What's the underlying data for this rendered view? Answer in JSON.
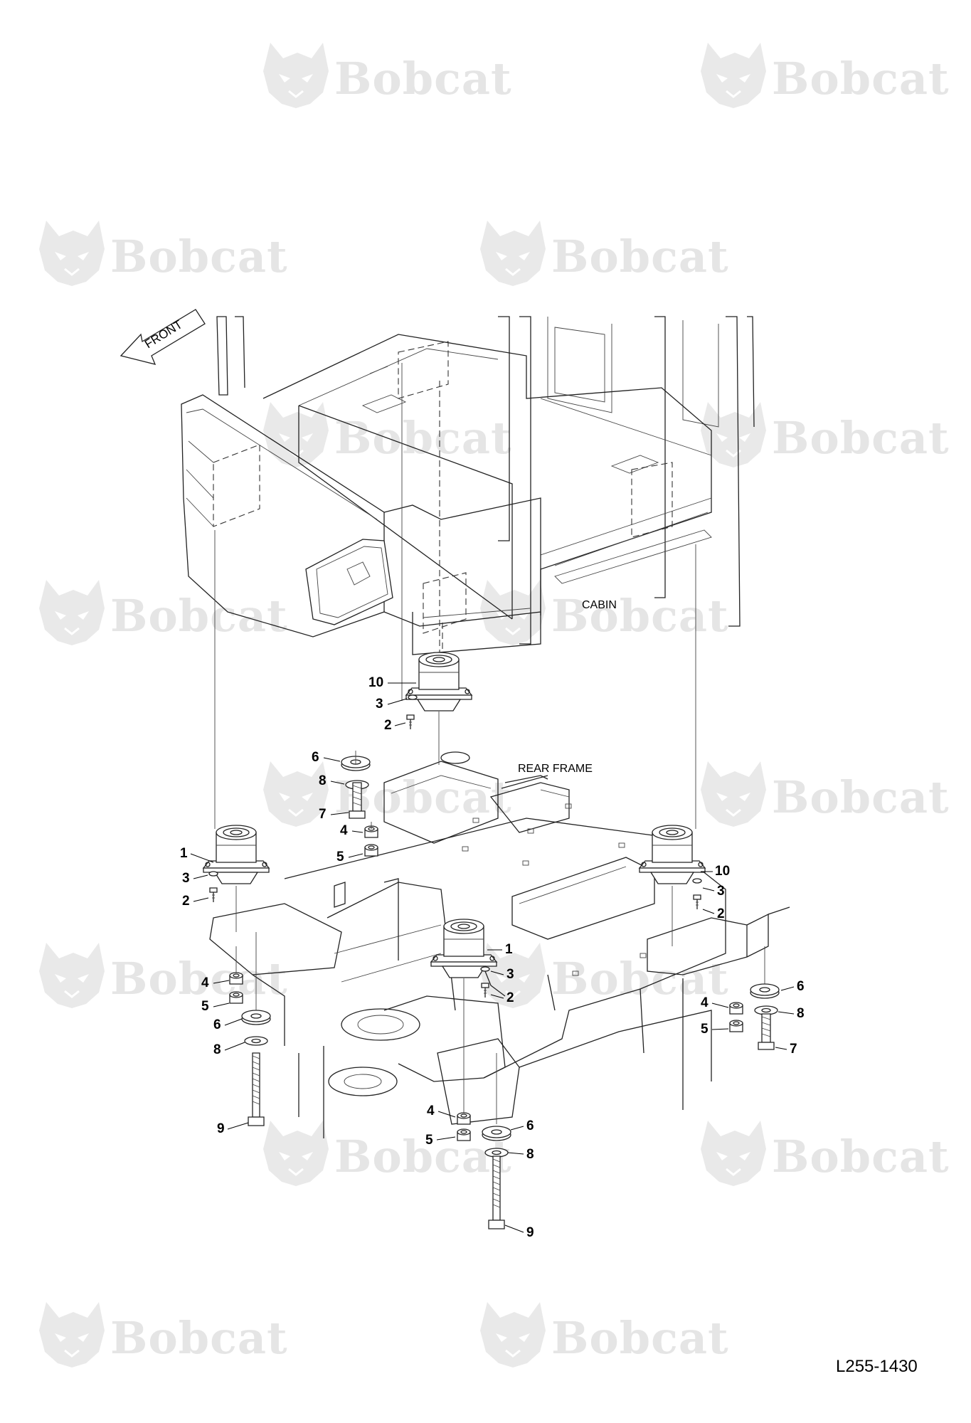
{
  "watermark": {
    "brand": "Bobcat",
    "registered_mark": "®"
  },
  "diagram": {
    "orientation_label": "FRONT",
    "assembly_labels": {
      "cabin": "CABIN",
      "rear_frame": "REAR FRAME"
    },
    "callouts": {
      "top_mount": [
        "10",
        "3",
        "2"
      ],
      "top_stack": [
        "6",
        "8",
        "7",
        "4",
        "5"
      ],
      "left_mount": [
        "1",
        "3",
        "2"
      ],
      "left_stack": [
        "4",
        "5",
        "6",
        "8",
        "9"
      ],
      "center_mount": [
        "1",
        "3",
        "2"
      ],
      "center_stack": [
        "4",
        "5",
        "6",
        "8",
        "9"
      ],
      "right_mount": [
        "10",
        "3",
        "2"
      ],
      "right_stack": [
        "6",
        "8",
        "7",
        "4",
        "5"
      ]
    },
    "document_id": "L255-1430"
  }
}
